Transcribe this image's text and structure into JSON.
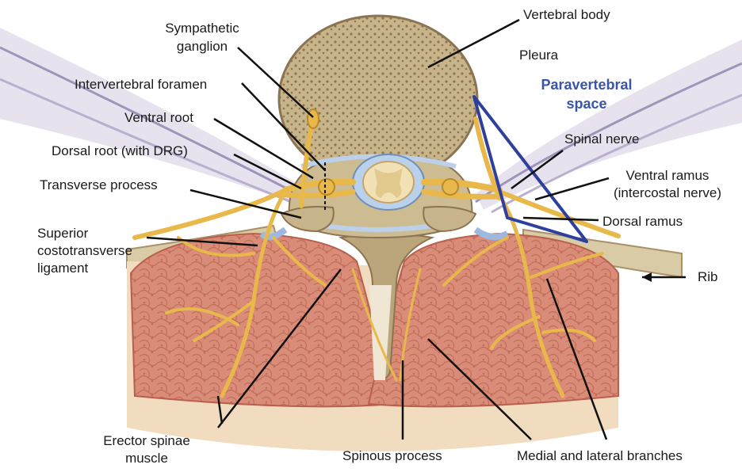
{
  "labels": {
    "vertebral_body": "Vertebral body",
    "sympathetic_ganglion": [
      "Sympathetic",
      "ganglion"
    ],
    "pleura": "Pleura",
    "paravertebral_space": [
      "Paravertebral",
      "space"
    ],
    "intervertebral_foramen": "Intervertebral foramen",
    "ventral_root": "Ventral root",
    "dorsal_root": "Dorsal root (with DRG)",
    "transverse_process": "Transverse process",
    "superior_costotransverse_ligament": [
      "Superior",
      "costotransverse",
      "ligament"
    ],
    "spinal_nerve": "Spinal nerve",
    "ventral_ramus": [
      "Ventral ramus",
      "(intercostal nerve)"
    ],
    "dorsal_ramus": "Dorsal ramus",
    "rib": "Rib",
    "erector_spinae": [
      "Erector spinae",
      "muscle"
    ],
    "spinous_process": "Spinous process",
    "medial_lateral_branches": "Medial and lateral branches"
  },
  "colors": {
    "muscle": "#d98c78",
    "muscle_dark": "#b9604d",
    "bone": "#cdbb92",
    "bone_dark": "#a89067",
    "nerve": "#e8b84a",
    "nerve_outline": "#b98a26",
    "pleura": "#bfb6d2",
    "fascia": "#bcd0ea",
    "fat": "#f1dcc0",
    "paravertebral_outline": "#2e3f9e",
    "leader": "#111111"
  }
}
